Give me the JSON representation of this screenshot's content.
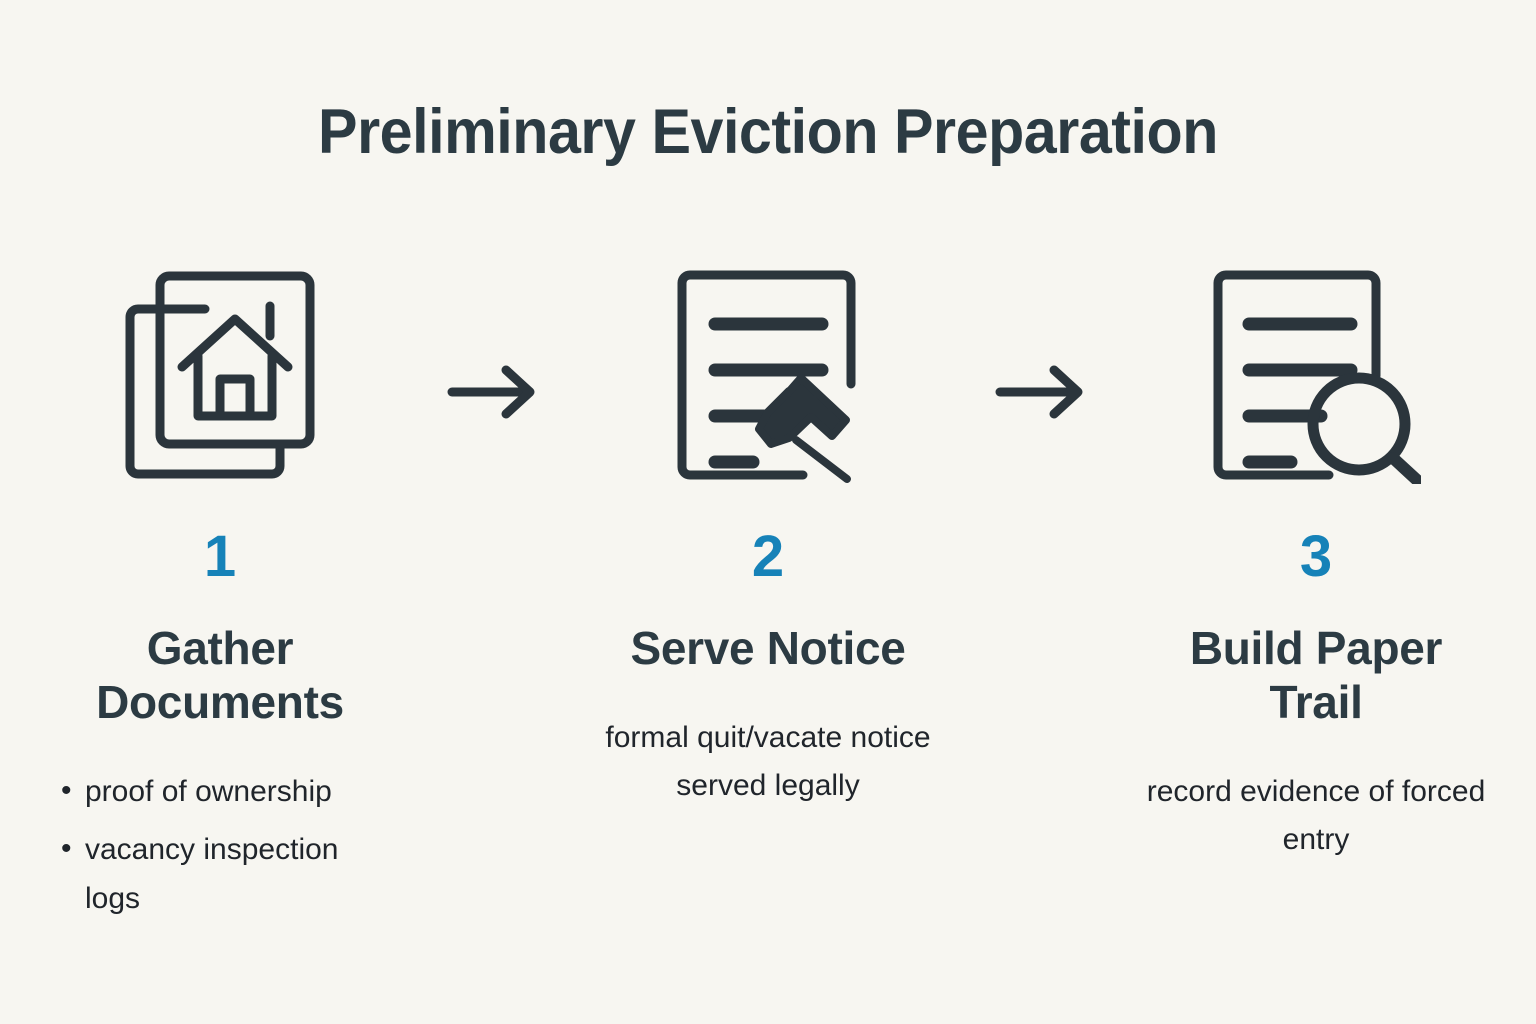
{
  "title": "Preliminary Eviction Preparation",
  "colors": {
    "background": "#f7f6f1",
    "heading": "#2c3b43",
    "accent_number": "#1682b8",
    "body_text": "#20252b",
    "icon_stroke": "#2b353c"
  },
  "steps": [
    {
      "number": "1",
      "title": "Gather Documents",
      "icon": "documents-house-icon",
      "body_style": "bulleted",
      "bullets": [
        "proof of ownership",
        "vacancy inspection logs"
      ]
    },
    {
      "number": "2",
      "title": "Serve Notice",
      "icon": "document-gavel-icon",
      "body_style": "paragraph",
      "body": "formal quit/vacate notice served legally"
    },
    {
      "number": "3",
      "title": "Build Paper Trail",
      "icon": "document-magnifier-icon",
      "body_style": "paragraph",
      "body": "record evidence of forced entry"
    }
  ],
  "connectors": [
    {
      "name": "arrow-right-1"
    },
    {
      "name": "arrow-right-2"
    }
  ]
}
